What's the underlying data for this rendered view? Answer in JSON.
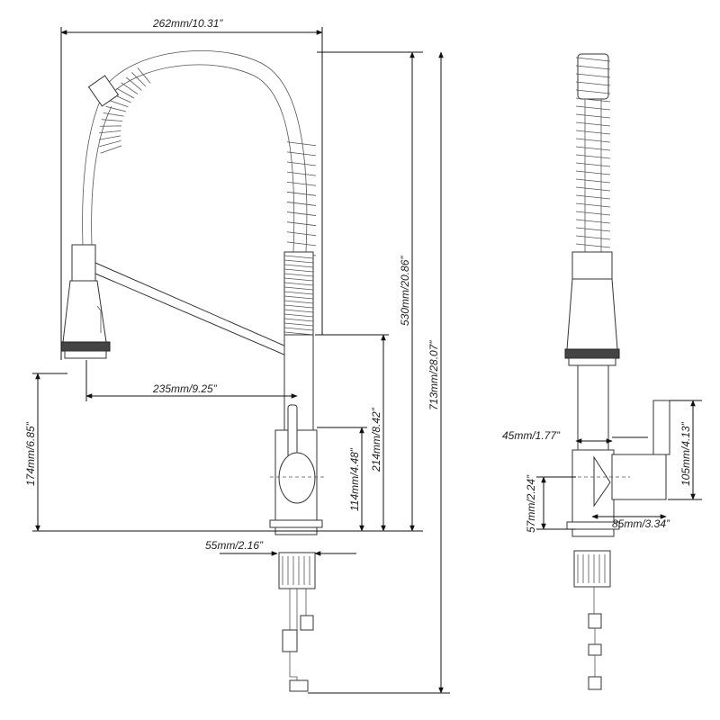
{
  "diagram": {
    "dimensions": {
      "top_width": "262mm/10.31”",
      "spout_height": "530mm/20.86”",
      "total_height": "713mm/28.07”",
      "spout_reach": "235mm/9.25”",
      "body_height": "214mm/8.42”",
      "handle_height": "114mm/4.48”",
      "sprayer_height": "174mm/6.85”",
      "base_diameter": "55mm/2.16”",
      "side_handle_offset": "45mm/1.77”",
      "side_handle_height": "105mm/4.13”",
      "side_base_height": "57mm/2.24”",
      "side_handle_reach": "85mm/3.34”"
    }
  }
}
